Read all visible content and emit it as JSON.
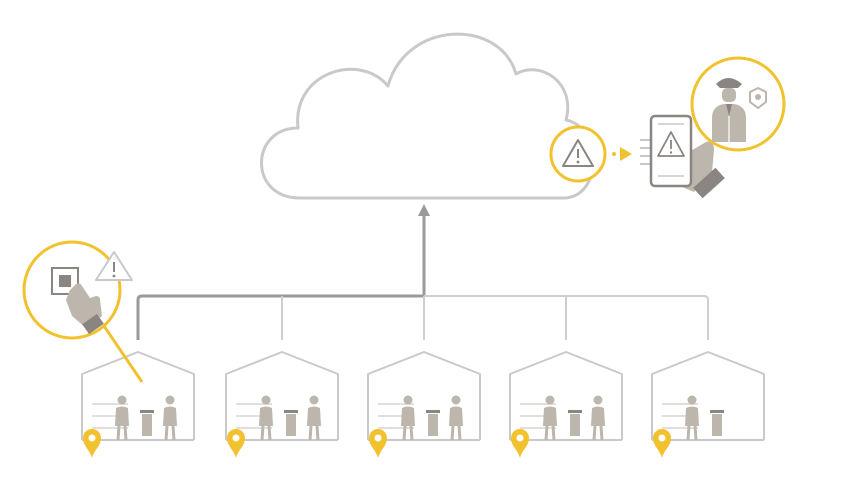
{
  "diagram": {
    "colors": {
      "line": "#c9c9c9",
      "trunk": "#9a9a9a",
      "accent": "#f2c12e",
      "figure": "#bdb6ad",
      "dark": "#8a8580",
      "white": "#ffffff"
    },
    "icons": {
      "alert": "warning-triangle",
      "cloud": "cloud",
      "officer": "security-guard",
      "phone": "smartphone",
      "panic_button": "hand-pressing-button",
      "location": "location-pin",
      "person": "person",
      "bin": "trash-bin"
    },
    "sites": [
      {
        "name": "site-1",
        "people": 2,
        "bin": true,
        "alert": true
      },
      {
        "name": "site-2",
        "people": 2,
        "bin": true,
        "alert": false
      },
      {
        "name": "site-3",
        "people": 2,
        "bin": true,
        "alert": false
      },
      {
        "name": "site-4",
        "people": 2,
        "bin": true,
        "alert": false
      },
      {
        "name": "site-5",
        "people": 1,
        "bin": true,
        "alert": false
      }
    ]
  }
}
